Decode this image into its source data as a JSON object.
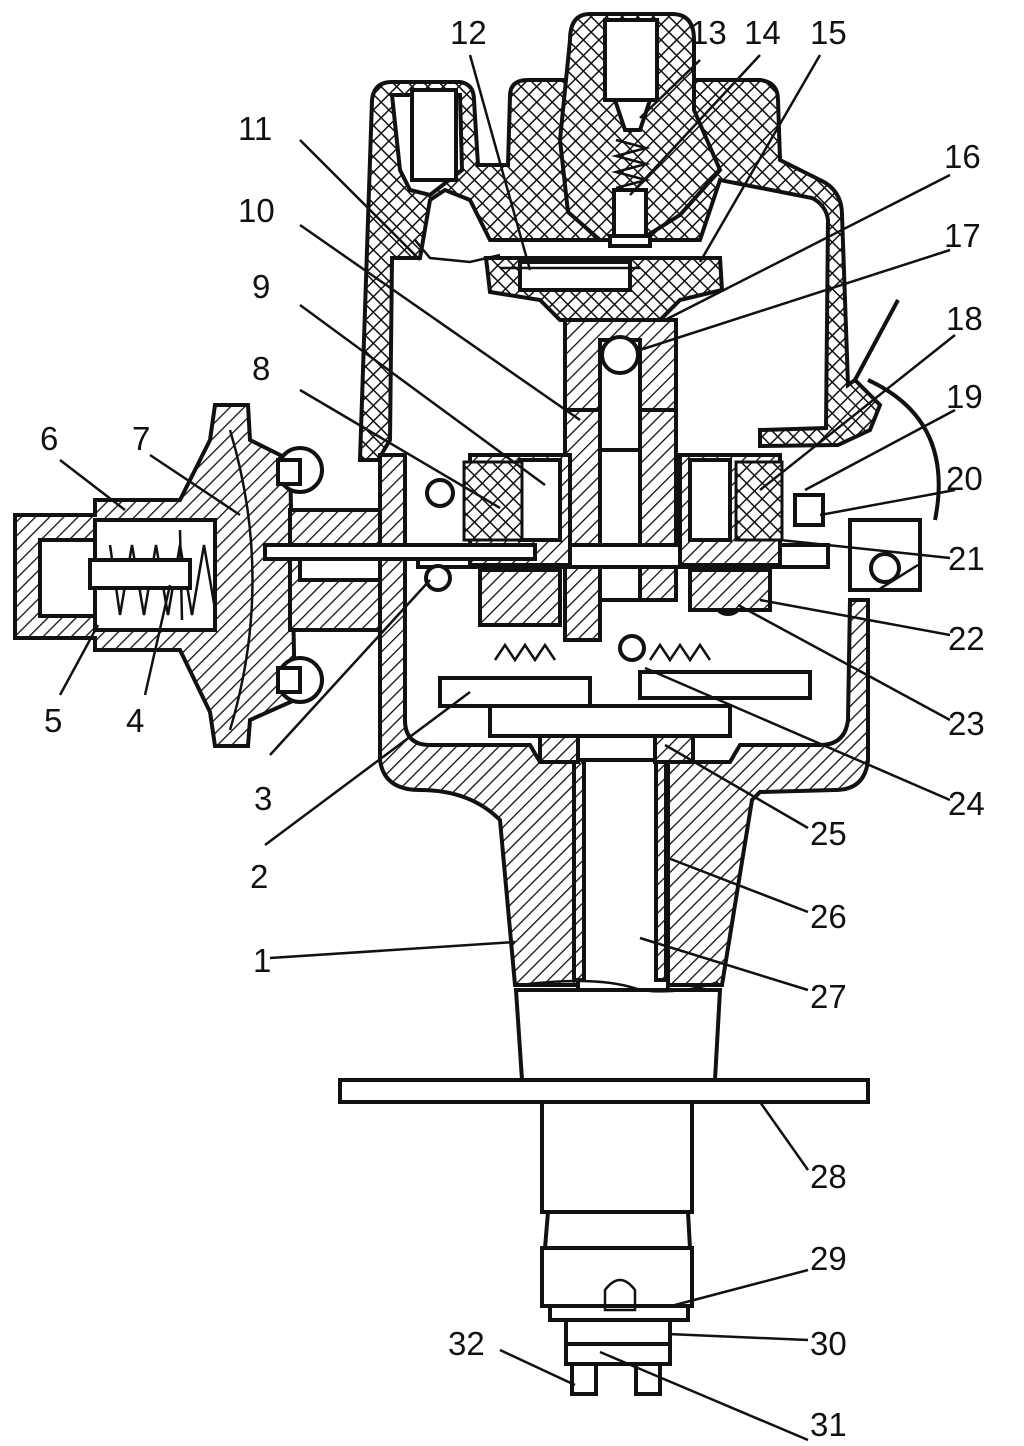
{
  "figure": {
    "labels": [
      "1",
      "2",
      "3",
      "4",
      "5",
      "6",
      "7",
      "8",
      "9",
      "10",
      "11",
      "12",
      "13",
      "14",
      "15",
      "16",
      "17",
      "18",
      "19",
      "20",
      "21",
      "22",
      "23",
      "24",
      "25",
      "26",
      "27",
      "28",
      "29",
      "30",
      "31",
      "32"
    ]
  }
}
